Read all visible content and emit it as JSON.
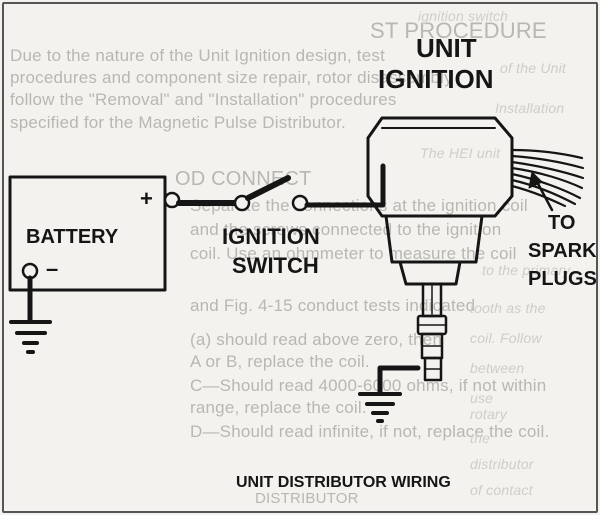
{
  "background_text": [
    "ST PROCEDURE",
    "Due to the nature of the Unit Ignition design, test",
    "procedures and component size repair, rotor disassembly",
    "follow the \"Removal\" and \"Installation\" procedures",
    "specified for the Magnetic Pulse Distributor.",
    "OD CONNECT",
    "Separate the connections at the ignition coil",
    "and the screws connected to the ignition",
    "coil. Use an ohmmeter to measure the coil",
    "and Fig. 4-15 conduct tests indicated",
    "(a) should read above zero, then",
    "A or B, replace the coil.",
    "C—Should read 4000-6000 ohms, if not within",
    "range, replace the coil.",
    "D—Should read infinite, if not, replace the coil.",
    "DISTRIBUTOR"
  ],
  "right_background_text": [
    "ignition switch",
    "of the Unit",
    "Installation",
    "The HEI unit",
    "to the primary",
    "tooth as the",
    "coil. Follow",
    "between",
    "use",
    "rotary",
    "the",
    "distributor",
    "of contact"
  ],
  "labels": {
    "unit": "UNIT",
    "ignition": "IGNITION",
    "battery": "BATTERY",
    "plus": "+",
    "minus": "–",
    "ignition_switch_1": "IGNITION",
    "ignition_switch_2": "SWITCH",
    "to": "TO",
    "spark": "SPARK",
    "plugs": "PLUGS",
    "caption": "UNIT DISTRIBUTOR WIRING"
  },
  "colors": {
    "ink": "#151515",
    "paper": "#f4f2ee"
  }
}
